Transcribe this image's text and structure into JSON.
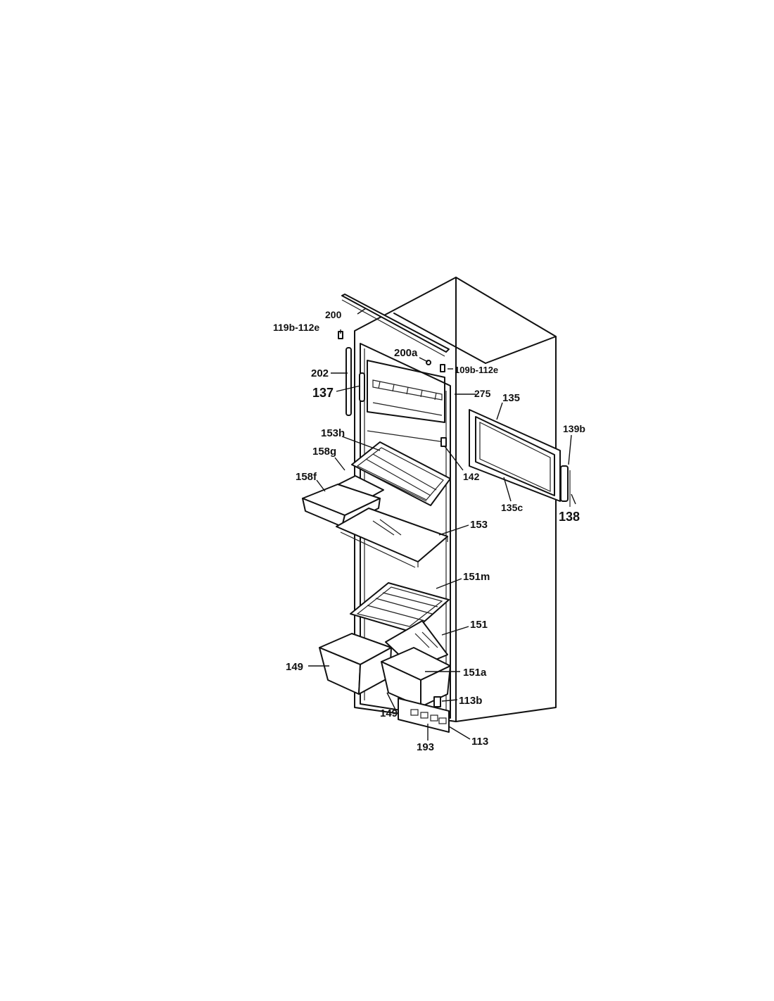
{
  "labels": {
    "l200": "200",
    "l119b": "119b-112e",
    "l200a": "200a",
    "l109b": "109b-112e",
    "l202": "202",
    "l137": "137",
    "l275": "275",
    "l135": "135",
    "l139b": "139b",
    "l153h": "153h",
    "l158g": "158g",
    "l142": "142",
    "l158f": "158f",
    "l135c": "135c",
    "l138": "138",
    "l153": "153",
    "l151m": "151m",
    "l151": "151",
    "l149a": "149",
    "l151a": "151a",
    "l113b": "113b",
    "l149b": "149",
    "l113": "113",
    "l193": "193"
  }
}
